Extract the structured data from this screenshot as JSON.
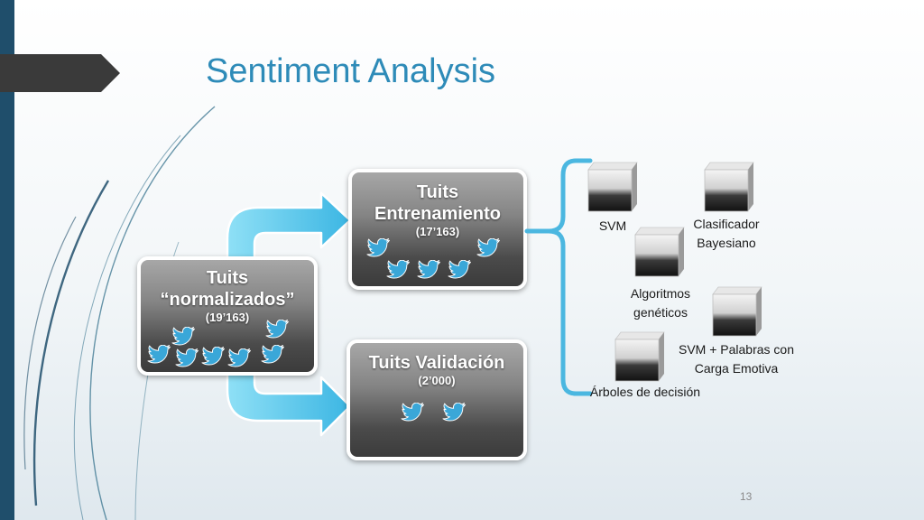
{
  "slide": {
    "title": "Sentiment Analysis",
    "page_number": "13"
  },
  "boxes": {
    "normalized": {
      "title_line1": "Tuits",
      "title_line2": "“normalizados”",
      "count": "(19’163)"
    },
    "training": {
      "title_line1": "Tuits",
      "title_line2": "Entrenamiento",
      "count": "(17’163)"
    },
    "validation": {
      "title_line1": "Tuits Validación",
      "count": "(2’000)"
    }
  },
  "classifiers": {
    "svm": "SVM",
    "bayes_line1": "Clasificador",
    "bayes_line2": "Bayesiano",
    "genetic_line1": "Algoritmos",
    "genetic_line2": "genéticos",
    "svm_emotive_line1": "SVM + Palabras con",
    "svm_emotive_line2": "Carga Emotiva",
    "trees": "Árboles de decisión"
  },
  "colors": {
    "title": "#2e8bb8",
    "arrow": "#5cc6ea",
    "brace": "#4bb7e0",
    "bird": "#3aa7d8",
    "sidebar": "#1f4e6b"
  },
  "icons": {
    "bird": "twitter-bird-icon",
    "cube": "glass-cube-icon"
  }
}
